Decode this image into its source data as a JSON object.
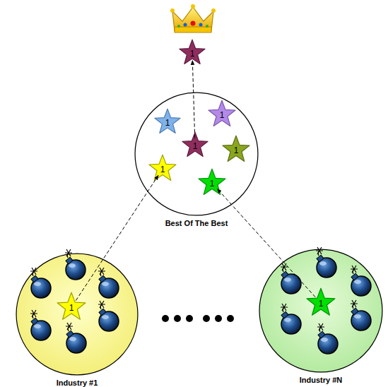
{
  "diagram": {
    "nodes": [
      {
        "text": [
          "1"
        ]
      },
      {
        "text": [
          "Best Of The Best"
        ]
      },
      {
        "text": [
          "1"
        ],
        "in": 1
      },
      {
        "text": [
          "1"
        ],
        "in": 1
      },
      {
        "text": [
          "1"
        ],
        "in": 1
      },
      {
        "text": [
          "1"
        ],
        "in": 1
      },
      {
        "text": [
          "1"
        ],
        "in": 1
      },
      {
        "text": [
          "1"
        ],
        "in": 1
      },
      {
        "text": [
          "Industry #1"
        ]
      },
      {
        "text": [
          "1"
        ],
        "in": 8
      },
      {
        "text": [
          "Industry #N"
        ]
      },
      {
        "text": [
          "1"
        ],
        "in": 10
      }
    ],
    "edges": [
      {
        "from": 4,
        "to": 0,
        "arrow": "to"
      },
      {
        "from": 9,
        "to": 6,
        "arrow": "to"
      },
      {
        "from": 11,
        "to": 7,
        "arrow": "to"
      }
    ]
  }
}
